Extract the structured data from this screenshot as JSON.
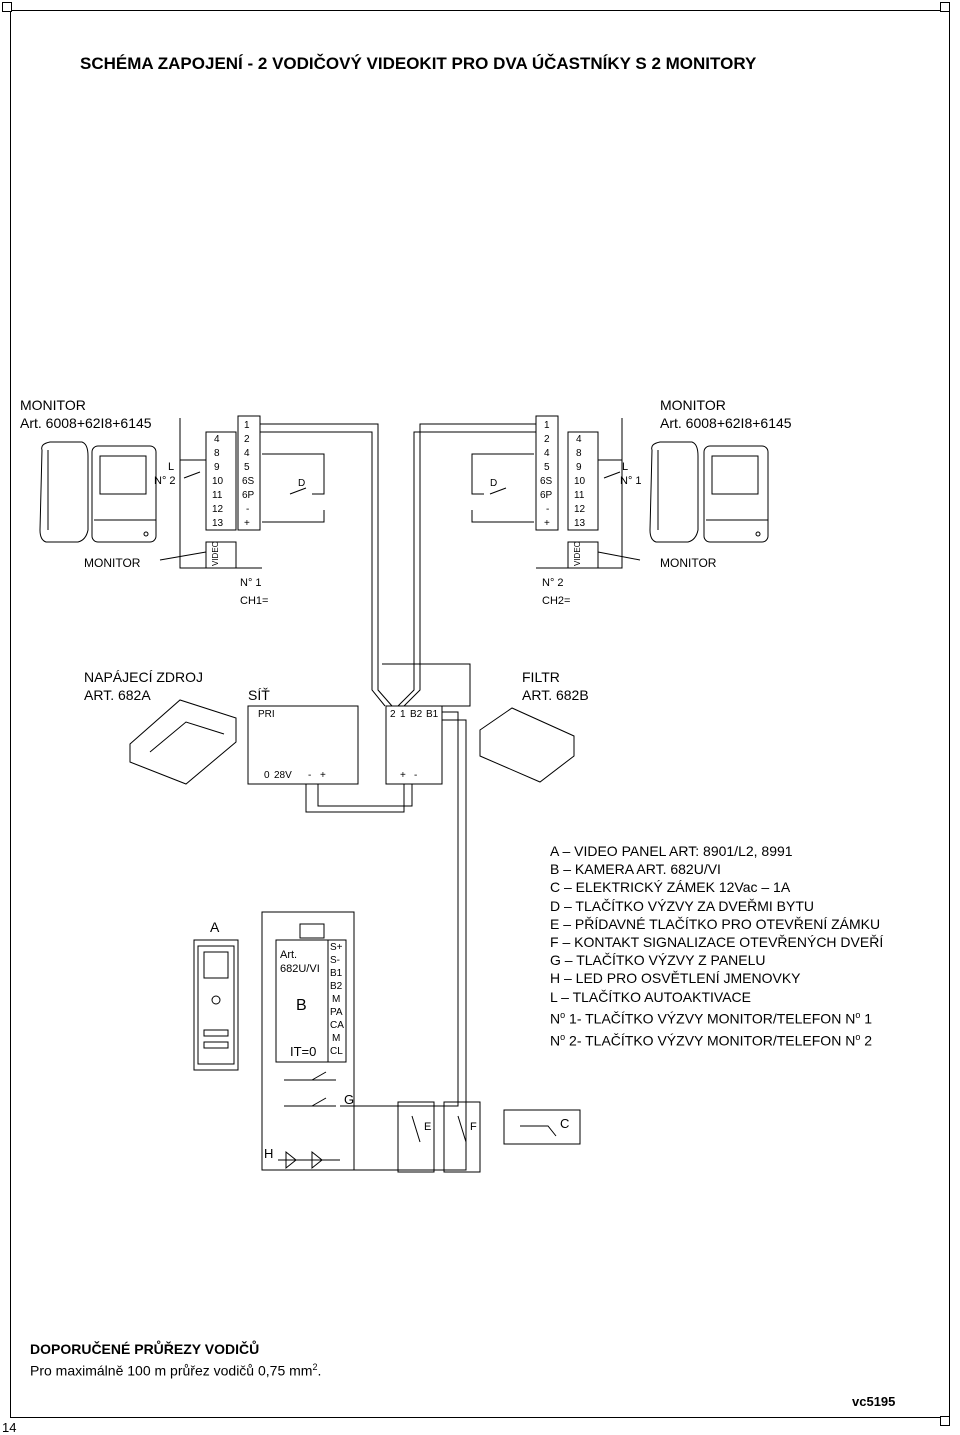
{
  "title": "SCHÉMA ZAPOJENÍ - 2 VODIČOVÝ VIDEOKIT PRO DVA ÚČASTNÍKY S 2 MONITORY",
  "monitor_left": {
    "label": "MONITOR",
    "art": "Art. 6008+62I8+6145",
    "caption": "MONITOR",
    "call_label": "L",
    "no_label": "N° 2"
  },
  "monitor_right": {
    "label": "MONITOR",
    "art": "Art. 6008+62I8+6145",
    "caption": "MONITOR",
    "call_label": "L",
    "no_label": "N° 1"
  },
  "terminal_left": {
    "inner": [
      "4",
      "8",
      "9",
      "10",
      "11",
      "12",
      "13"
    ],
    "outer": [
      "1",
      "2",
      "4",
      "5",
      "6S",
      "6P",
      "-",
      "+"
    ],
    "video": "VIDEO",
    "d_label": "D",
    "no": "N° 1",
    "ch": "CH1="
  },
  "terminal_right": {
    "outer": [
      "1",
      "2",
      "4",
      "5",
      "6S",
      "6P",
      "-",
      "+"
    ],
    "inner": [
      "4",
      "8",
      "9",
      "10",
      "11",
      "12",
      "13"
    ],
    "video": "VIDEO",
    "d_label": "D",
    "no": "N° 2",
    "ch": "CH2="
  },
  "power": {
    "label": "NAPÁJECÍ ZDROJ",
    "art": "ART. 682A",
    "site": "SÍŤ",
    "pri": "PRI",
    "bottom_terms": [
      "0",
      "28V",
      "-",
      "+"
    ]
  },
  "filter": {
    "label": "FILTR",
    "art": "ART. 682B",
    "top_terms": [
      "2",
      "1",
      "B2",
      "B1"
    ],
    "bottom_terms": [
      "+",
      "-"
    ]
  },
  "panel": {
    "label": "A"
  },
  "camera": {
    "art": "Art.",
    "model": "682U/VI",
    "letter": "B",
    "it": "IT=0",
    "terms": [
      "S+",
      "S-",
      "B1",
      "B2",
      "M",
      "PA",
      "CA",
      "M",
      "CL"
    ]
  },
  "components": {
    "g": "G",
    "h": "H",
    "e": "E",
    "f": "F",
    "c": "C"
  },
  "legend": [
    "A – VIDEO PANEL ART: 8901/L2, 8991",
    "B – KAMERA ART. 682U/VI",
    "C – ELEKTRICKÝ ZÁMEK 12Vac – 1A",
    "D – TLAČÍTKO VÝZVY ZA DVEŘMI BYTU",
    "E – PŘÍDAVNÉ TLAČÍTKO PRO OTEVŘENÍ ZÁMKU",
    "F – KONTAKT SIGNALIZACE OTEVŘENÝCH DVEŘÍ",
    "G – TLAČÍTKO VÝZVY Z PANELU",
    "H – LED PRO OSVĚTLENÍ JMENOVKY",
    "L – TLAČÍTKO AUTOAKTIVACE"
  ],
  "legend_no": [
    {
      "pre": "N",
      "sup": "o",
      "mid": " 1- TLAČÍTKO VÝZVY MONITOR/TELEFON N",
      "sup2": "o",
      "post": " 1"
    },
    {
      "pre": "N",
      "sup": "o",
      "mid": " 2- TLAČÍTKO VÝZVY MONITOR/TELEFON N",
      "sup2": "o",
      "post": " 2"
    }
  ],
  "recommend": {
    "heading": "DOPORUČENÉ PRŮŘEZY VODIČŮ",
    "text": "Pro maximálně 100 m průřez vodičů 0,75 mm",
    "sup": "2",
    "end": "."
  },
  "code": "vc5195",
  "page": "14"
}
